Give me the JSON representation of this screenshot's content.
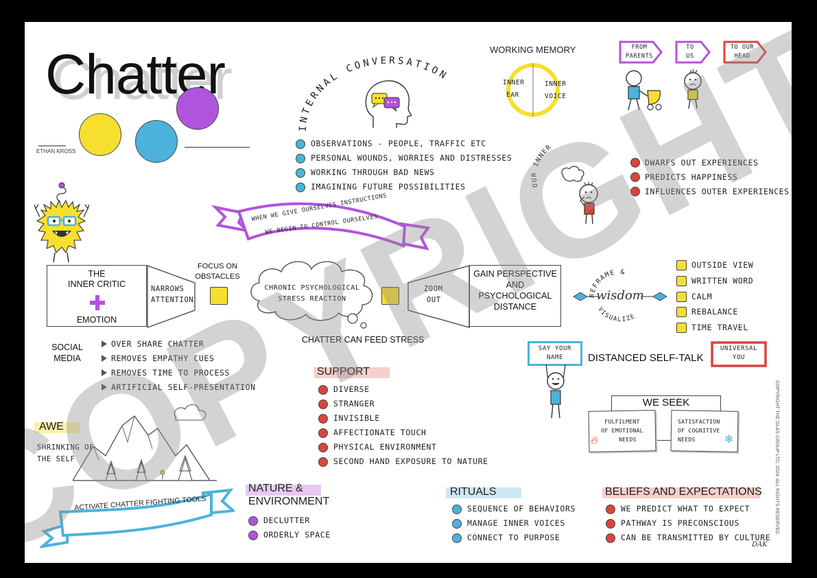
{
  "title": {
    "text": "Chatter",
    "author": "ETHAN KROSS"
  },
  "internal_conversation": {
    "title": "INTERNAL CONVERSATION",
    "items": [
      "OBSERVATIONS - PEOPLE, TRAFFIC ETC",
      "PERSONAL WOUNDS, WORRIES AND DISTRESSES",
      "WORKING THROUGH BAD NEWS",
      "IMAGINING FUTURE POSSIBILITIES"
    ]
  },
  "working_memory": {
    "title": "WORKING MEMORY",
    "left_top": "INNER",
    "left_bottom": "EAR",
    "right_top": "INNER",
    "right_bottom": "VOICE"
  },
  "signs": {
    "from_parents_top": "FROM",
    "from_parents_bottom": "PARENTS",
    "to_us_top": "TO",
    "to_us_bottom": "US",
    "to_head_top": "TO OUR",
    "to_head_bottom": "HEAD"
  },
  "inner_experience": {
    "title": "OUR INNER EXPERIENCE",
    "items": [
      "DWARFS OUT EXPERIENCES",
      "PREDICTS HAPPINESS",
      "INFLUENCES OUTER EXPERIENCES"
    ]
  },
  "banner_top": {
    "line1": "WHEN WE GIVE OURSELVES INSTRUCTIONS",
    "line2": "WE BEGIN TO CONTROL OURSELVES"
  },
  "flow": {
    "critic_line1": "THE",
    "critic_line2": "INNER CRITIC",
    "critic_line3": "EMOTION",
    "narrows_line1": "NARROWS",
    "narrows_line2": "ATTENTION",
    "focus_line1": "FOCUS ON",
    "focus_line2": "OBSTACLES",
    "cloud_line1": "CHRONIC PSYCHOLOGICAL",
    "cloud_line2": "STRESS REACTION",
    "cloud_caption": "CHATTER CAN FEED STRESS",
    "zoom_line1": "ZOOM",
    "zoom_line2": "OUT",
    "gain_line1": "GAIN PERSPECTIVE",
    "gain_line2": "AND",
    "gain_line3": "PSYCHOLOGICAL",
    "gain_line4": "DISTANCE"
  },
  "wisdom": {
    "top": "REFRAME &",
    "middle": "wisdom",
    "bottom": "VISUALIZE"
  },
  "tools_list": [
    "OUTSIDE VIEW",
    "WRITTEN WORD",
    "CALM",
    "REBALANCE",
    "TIME TRAVEL"
  ],
  "social_media": {
    "label_line1": "SOCIAL",
    "label_line2": "MEDIA",
    "items": [
      "OVER SHARE CHATTER",
      "REMOVES EMPATHY CUES",
      "REMOVES TIME TO PROCESS",
      "ARTIFICIAL SELF-PRESENTATION"
    ]
  },
  "support": {
    "title": "SUPPORT",
    "items": [
      "DIVERSE",
      "STRANGER",
      "INVISIBLE",
      "AFFECTIONATE TOUCH",
      "PHYSICAL ENVIRONMENT",
      "SECOND HAND EXPOSURE TO NATURE"
    ]
  },
  "self_talk": {
    "sign_line1": "SAY YOUR",
    "sign_line2": "NAME",
    "title": "DISTANCED SELF-TALK",
    "universal_line1": "UNIVERSAL",
    "universal_line2": "YOU"
  },
  "we_seek": {
    "title": "WE SEEK",
    "left_line1": "FULFILMENT",
    "left_line2": "OF EMOTIONAL",
    "left_line3": "NEEDS",
    "right_line1": "SATISFACTION",
    "right_line2": "OF COGNITIVE",
    "right_line3": "NEEDS"
  },
  "awe": {
    "title": "AWE",
    "line1": "SHRINKING OF",
    "line2": "THE SELF"
  },
  "banner_bottom": {
    "text": "ACTIVATE CHATTER FIGHTING TOOLS"
  },
  "nature": {
    "title_line1": "NATURE &",
    "title_line2": "ENVIRONMENT",
    "items": [
      "DECLUTTER",
      "ORDERLY SPACE"
    ]
  },
  "rituals": {
    "title": "RITUALS",
    "items": [
      "SEQUENCE OF BEHAVIORS",
      "MANAGE INNER VOICES",
      "CONNECT TO PURPOSE"
    ]
  },
  "beliefs": {
    "title": "BELIEFS AND EXPECTATIONS",
    "items": [
      "WE PREDICT WHAT TO EXPECT",
      "PATHWAY IS PRECONSCIOUS",
      "CAN BE TRANSMITTED BY CULTURE"
    ]
  },
  "copyright_side": "COPYRIGHT THE GLAS GROUP LTD, 2024. ALL RIGHTS RESERVED",
  "watermark": "COPYRIGHT",
  "signature": "DAK",
  "colors": {
    "yellow": "#f7df2f",
    "blue": "#4cb2dc",
    "purple": "#b154dc",
    "red": "#d9443b",
    "highlight_purple": "#e7c9f2",
    "highlight_red": "#f6cfcb",
    "highlight_blue": "#cfe8f6",
    "highlight_yellow": "#fbf0a8"
  }
}
